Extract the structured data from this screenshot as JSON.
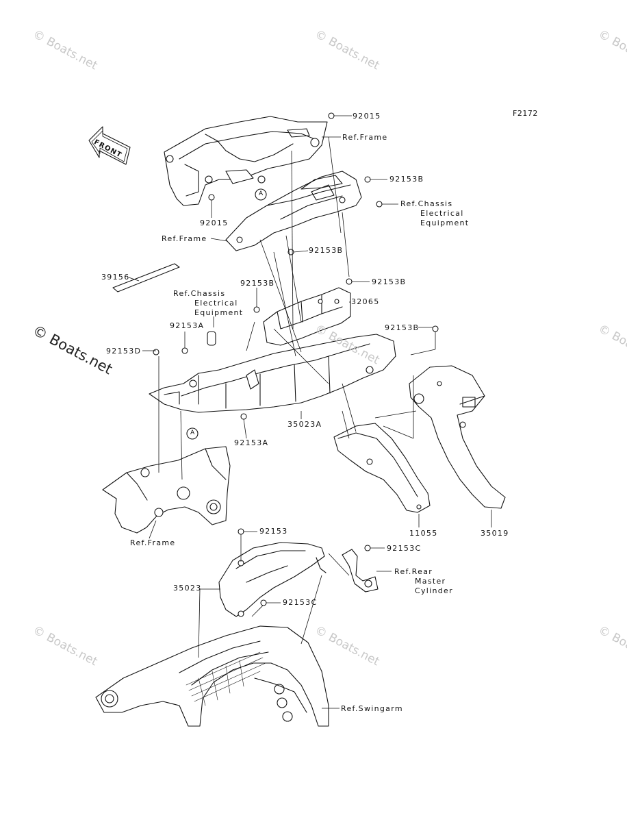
{
  "diagram": {
    "code": "F2172",
    "front_badge": "FRONT",
    "callout_a": "A",
    "watermark": "© Boats.net",
    "labels": {
      "p92015_top": "92015",
      "ref_frame_top": "Ref.Frame",
      "p92015_left": "92015",
      "ref_frame_mid": "Ref.Frame",
      "p92153b_1": "92153B",
      "ref_chassis_1_l1": "Ref.Chassis",
      "ref_chassis_1_l2": "Electrical",
      "ref_chassis_1_l3": "Equipment",
      "p92153b_2": "92153B",
      "p39156": "39156",
      "p92153b_3": "92153B",
      "ref_chassis_2_l1": "Ref.Chassis",
      "ref_chassis_2_l2": "Electrical",
      "ref_chassis_2_l3": "Equipment",
      "p92153b_4": "92153B",
      "p32065": "32065",
      "p92153a_1": "92153A",
      "p92153b_5": "92153B",
      "p92153d": "92153D",
      "p35023a": "35023A",
      "p92153a_2": "92153A",
      "ref_frame_low": "Ref.Frame",
      "p11055": "11055",
      "p35019": "35019",
      "p92153": "92153",
      "p92153c_1": "92153C",
      "ref_rear_l1": "Ref.Rear",
      "ref_rear_l2": "Master",
      "ref_rear_l3": "Cylinder",
      "p35023": "35023",
      "p92153c_2": "92153C",
      "ref_swingarm": "Ref.Swingarm"
    }
  }
}
